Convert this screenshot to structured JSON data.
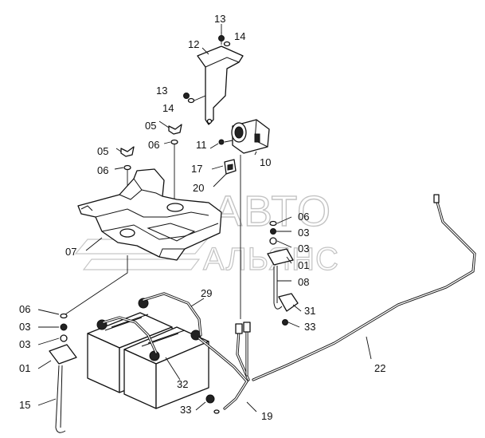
{
  "watermark": {
    "line1": "АВТО",
    "line2": "АЛЬЯНС"
  },
  "callouts": [
    {
      "id": "c13a",
      "label": "13"
    },
    {
      "id": "c14a",
      "label": "14"
    },
    {
      "id": "c12",
      "label": "12"
    },
    {
      "id": "c13b",
      "label": "13"
    },
    {
      "id": "c14b",
      "label": "14"
    },
    {
      "id": "c05a",
      "label": "05"
    },
    {
      "id": "c06a",
      "label": "06"
    },
    {
      "id": "c05b",
      "label": "05"
    },
    {
      "id": "c06b",
      "label": "06"
    },
    {
      "id": "c11",
      "label": "11"
    },
    {
      "id": "c10",
      "label": "10"
    },
    {
      "id": "c17",
      "label": "17"
    },
    {
      "id": "c20",
      "label": "20"
    },
    {
      "id": "c06c",
      "label": "06"
    },
    {
      "id": "c03a",
      "label": "03"
    },
    {
      "id": "c03b",
      "label": "03"
    },
    {
      "id": "c01a",
      "label": "01"
    },
    {
      "id": "c08",
      "label": "08"
    },
    {
      "id": "c07",
      "label": "07"
    },
    {
      "id": "c29",
      "label": "29"
    },
    {
      "id": "c31",
      "label": "31"
    },
    {
      "id": "c33a",
      "label": "33"
    },
    {
      "id": "c06d",
      "label": "06"
    },
    {
      "id": "c03c",
      "label": "03"
    },
    {
      "id": "c03d",
      "label": "03"
    },
    {
      "id": "c01b",
      "label": "01"
    },
    {
      "id": "c22",
      "label": "22"
    },
    {
      "id": "c32",
      "label": "32"
    },
    {
      "id": "c15",
      "label": "15"
    },
    {
      "id": "c33b",
      "label": "33"
    },
    {
      "id": "c19",
      "label": "19"
    }
  ]
}
